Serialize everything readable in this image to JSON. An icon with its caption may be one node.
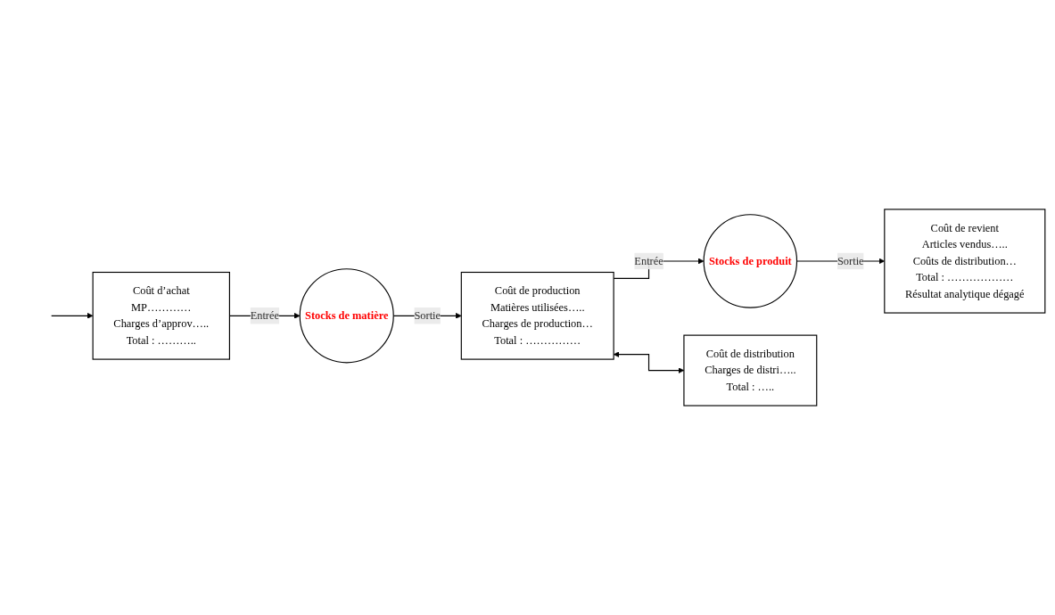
{
  "diagram": {
    "nodes": [
      {
        "text": [
          "Coût d’achat",
          "MP…………",
          "Charges d’approv…..",
          "Total : ……….."
        ]
      },
      {
        "text": [
          "Stocks de matière"
        ]
      },
      {
        "text": [
          "Coût de production",
          "Matières utilisées…..",
          "Charges de production…",
          "Total : ……………"
        ]
      },
      {
        "text": [
          "Stocks de produit"
        ]
      },
      {
        "text": [
          "Coût de revient",
          "Articles vendus…..",
          "Coûts de distribution…",
          "Total : ………………",
          "Résultat analytique dégagé"
        ]
      },
      {
        "text": [
          "Coût de distribution",
          "Charges de distri…..",
          "Total : ….."
        ]
      }
    ],
    "edges": [
      {
        "from": 0,
        "to": 1,
        "label": "Entrée",
        "arrow": "to"
      },
      {
        "from": 1,
        "to": 2,
        "label": "Sortie",
        "arrow": "to"
      },
      {
        "from": 2,
        "to": 3,
        "label": "Entrée",
        "arrow": "to"
      },
      {
        "from": 3,
        "to": 4,
        "label": "Sortie",
        "arrow": "to"
      },
      {
        "from": null,
        "to": 0,
        "arrow": "to"
      },
      {
        "from": 2,
        "to": 5,
        "arrow": "both"
      }
    ]
  }
}
